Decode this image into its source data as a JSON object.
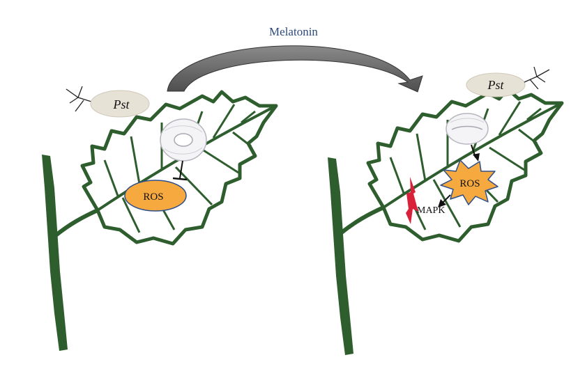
{
  "diagram": {
    "arrow_label": "Melatonin",
    "left_panel": {
      "pathogen_label": "Pst",
      "ros_label": "ROS"
    },
    "right_panel": {
      "pathogen_label": "Pst",
      "ros_label": "ROS",
      "mapk_label": "MAPK"
    }
  },
  "colors": {
    "leaf": "#2e5e2e",
    "ros_fill": "#f5a93f",
    "pathogen_fill": "#e7e2d6",
    "arrow": "#6b6b6b",
    "arrow_label": "#2d4a7a",
    "signal_red": "#d9223a"
  }
}
